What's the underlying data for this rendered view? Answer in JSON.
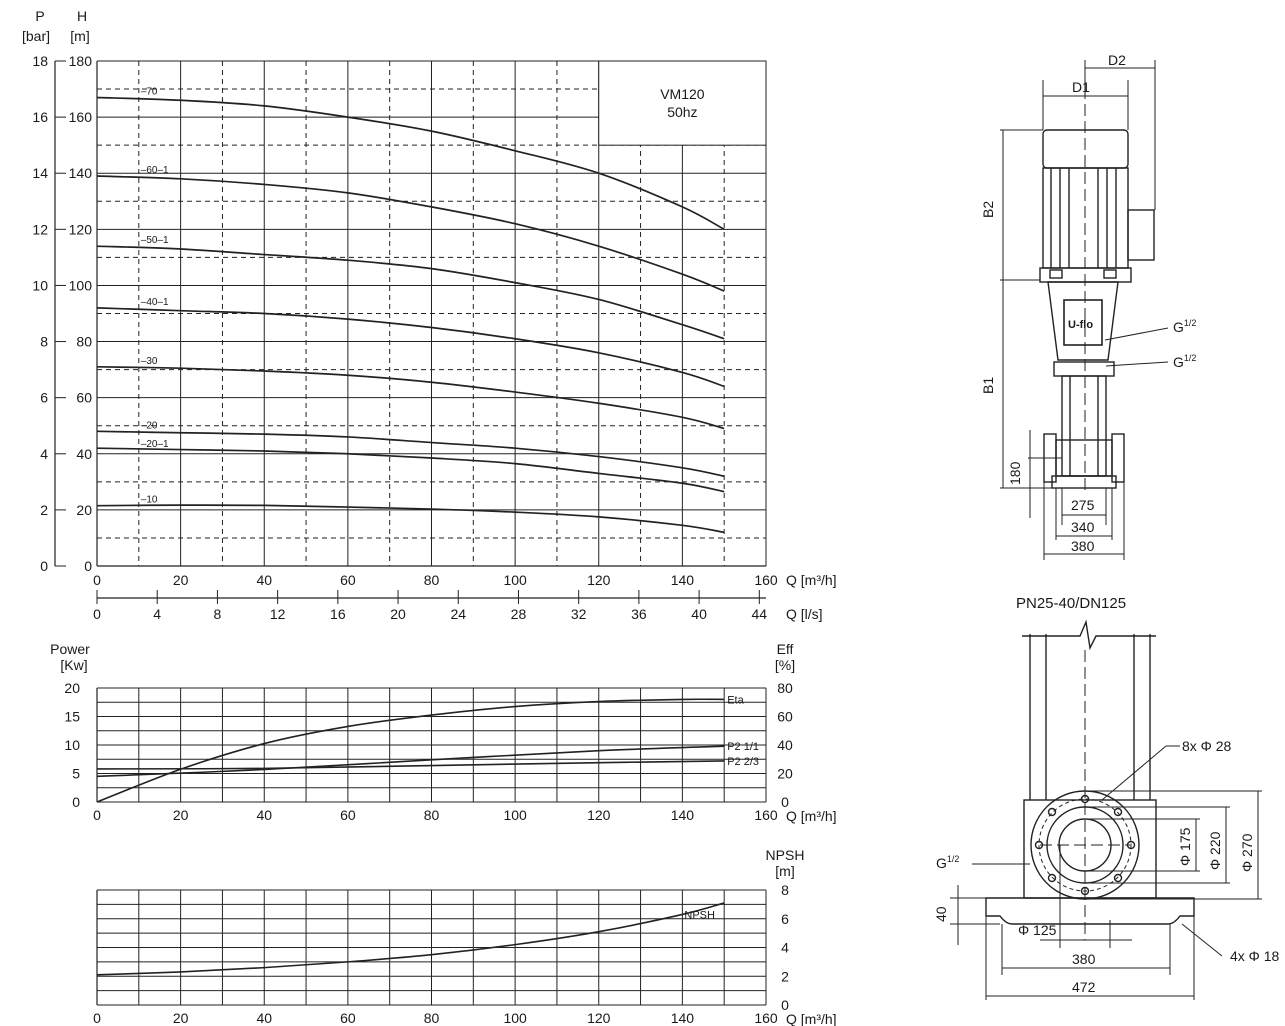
{
  "head_chart": {
    "axis_p_label": "P",
    "axis_p_unit": "[bar]",
    "axis_h_label": "H",
    "axis_h_unit": "[m]",
    "p_ticks": [
      "0",
      "2",
      "4",
      "6",
      "8",
      "10",
      "12",
      "14",
      "16",
      "18"
    ],
    "h_ticks": [
      "0",
      "20",
      "40",
      "60",
      "80",
      "100",
      "120",
      "140",
      "160",
      "180"
    ],
    "q_ticks": [
      "0",
      "20",
      "40",
      "60",
      "80",
      "100",
      "120",
      "140",
      "160"
    ],
    "q_unit": "Q [m³/h]",
    "ls_ticks": [
      "0",
      "4",
      "8",
      "12",
      "16",
      "20",
      "24",
      "28",
      "32",
      "36",
      "40",
      "44"
    ],
    "ls_unit": "Q [l/s]",
    "legend_title": "VM120",
    "legend_sub": "50hz"
  },
  "power_chart": {
    "y_label": "Power",
    "y_unit": "[Kw]",
    "y_ticks": [
      "0",
      "5",
      "10",
      "15",
      "20"
    ],
    "eff_label": "Eff",
    "eff_unit": "[%]",
    "eff_ticks": [
      "0",
      "20",
      "40",
      "60",
      "80"
    ],
    "x_ticks": [
      "0",
      "20",
      "40",
      "60",
      "80",
      "100",
      "120",
      "140",
      "160"
    ],
    "x_unit": "Q [m³/h]"
  },
  "npsh_chart": {
    "y_label": "NPSH",
    "y_unit": "[m]",
    "y_ticks": [
      "0",
      "2",
      "4",
      "6",
      "8"
    ],
    "x_ticks": [
      "0",
      "20",
      "40",
      "60",
      "80",
      "100",
      "120",
      "140",
      "160"
    ],
    "x_unit": "Q [m³/h]"
  },
  "chart_data": [
    {
      "type": "line",
      "xlim": [
        0,
        160
      ],
      "ylim": [
        0,
        180
      ],
      "series": [
        {
          "name": "-70",
          "x": [
            0,
            20,
            40,
            60,
            80,
            100,
            120,
            140,
            150
          ],
          "y": [
            167,
            166,
            164,
            160,
            155,
            148,
            140,
            128,
            120
          ]
        },
        {
          "name": "-60-1",
          "x": [
            0,
            20,
            40,
            60,
            80,
            100,
            120,
            140,
            150
          ],
          "y": [
            139,
            138,
            136,
            133,
            128,
            122,
            114,
            104,
            98
          ]
        },
        {
          "name": "-50-1",
          "x": [
            0,
            20,
            40,
            60,
            80,
            100,
            120,
            140,
            150
          ],
          "y": [
            114,
            113,
            111,
            109,
            106,
            101,
            95,
            86,
            81
          ]
        },
        {
          "name": "-40-1",
          "x": [
            0,
            20,
            40,
            60,
            80,
            100,
            120,
            140,
            150
          ],
          "y": [
            92,
            91,
            90,
            88,
            85,
            81,
            76,
            69,
            64
          ]
        },
        {
          "name": "-30",
          "x": [
            0,
            20,
            40,
            60,
            80,
            100,
            120,
            140,
            150
          ],
          "y": [
            71,
            70.5,
            69.5,
            68,
            65.5,
            62,
            58,
            53,
            49
          ]
        },
        {
          "name": "-20",
          "x": [
            0,
            20,
            40,
            60,
            80,
            100,
            120,
            140,
            150
          ],
          "y": [
            48,
            47.5,
            47,
            46,
            44,
            42,
            39,
            35,
            32
          ]
        },
        {
          "name": "-20-1",
          "x": [
            0,
            20,
            40,
            60,
            80,
            100,
            120,
            140,
            150
          ],
          "y": [
            42,
            41.5,
            41,
            40,
            38.5,
            36.5,
            33,
            29.5,
            26.5
          ]
        },
        {
          "name": "-10",
          "x": [
            0,
            20,
            40,
            60,
            80,
            100,
            120,
            140,
            150
          ],
          "y": [
            21.5,
            21.7,
            21.6,
            21,
            20.3,
            19.2,
            17.5,
            14.5,
            12
          ]
        }
      ]
    },
    {
      "type": "line",
      "xlim": [
        0,
        160
      ],
      "ylim": [
        0,
        20
      ],
      "series": [
        {
          "name": "Eta",
          "axis": "eff",
          "x": [
            0,
            20,
            40,
            60,
            80,
            100,
            120,
            140,
            150
          ],
          "y": [
            0,
            23,
            41,
            53,
            61,
            67,
            70.5,
            72,
            72
          ]
        },
        {
          "name": "P2 1/1",
          "axis": "power",
          "x": [
            0,
            40,
            80,
            120,
            150
          ],
          "y": [
            4.5,
            5.7,
            7.4,
            9.0,
            9.8
          ]
        },
        {
          "name": "P2 2/3",
          "axis": "power",
          "x": [
            0,
            40,
            80,
            120,
            150
          ],
          "y": [
            5.8,
            5.9,
            6.4,
            6.9,
            7.2
          ]
        }
      ]
    },
    {
      "type": "line",
      "xlim": [
        0,
        160
      ],
      "ylim": [
        0,
        8
      ],
      "series": [
        {
          "name": "NPSH",
          "x": [
            0,
            20,
            40,
            60,
            80,
            100,
            120,
            140,
            150
          ],
          "y": [
            2.1,
            2.3,
            2.6,
            3.0,
            3.5,
            4.2,
            5.1,
            6.3,
            7.1
          ]
        }
      ]
    }
  ],
  "side_view": {
    "d1": "D1",
    "d2": "D2",
    "b1": "B1",
    "b2": "B2",
    "g1": "G",
    "g1_sup": "1/2",
    "g2": "G",
    "g2_sup": "1/2",
    "logo": "U-flo",
    "dim_180": "180",
    "dim_275": "275",
    "dim_340": "340",
    "dim_380": "380"
  },
  "base_view": {
    "title": "PN25-40/DN125",
    "holes": "8x Φ 28",
    "d175": "Φ 175",
    "d220": "Φ 220",
    "d270": "Φ 270",
    "g": "G",
    "g_sup": "1/2",
    "dim_40": "40",
    "d125": "Φ 125",
    "dim_380": "380",
    "dim_472": "472",
    "feet": "4x Φ 18"
  }
}
